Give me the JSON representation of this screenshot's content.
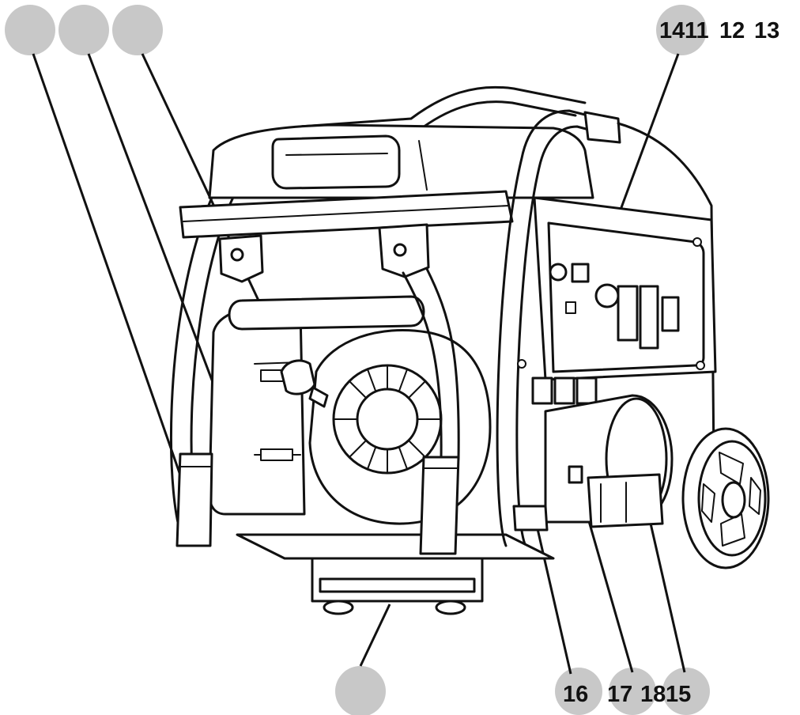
{
  "diagram": {
    "labels_top_right": [
      "14",
      "11",
      "12",
      "13"
    ],
    "labels_bottom_right": [
      "16",
      "17",
      "18",
      "15"
    ],
    "colors": {
      "line": "#111111",
      "bubble": "#c8c8c8",
      "background": "#ffffff"
    }
  }
}
